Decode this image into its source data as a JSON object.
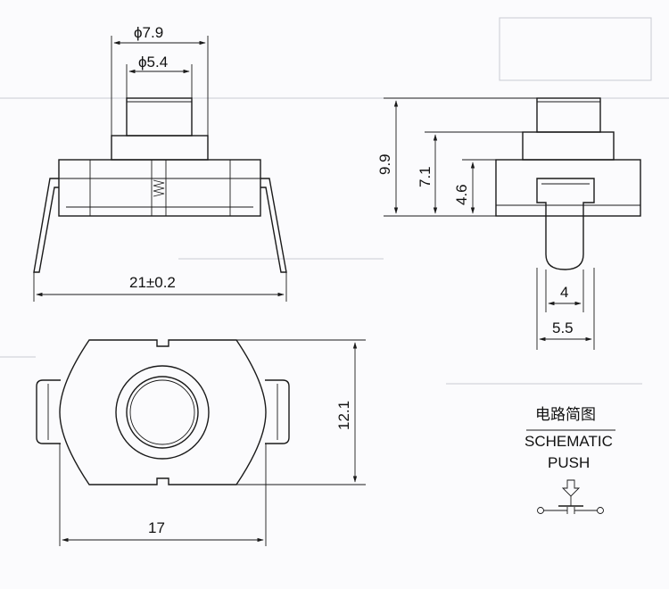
{
  "front_view": {
    "dim_outer_diameter": "ϕ7.9",
    "dim_inner_diameter": "ϕ5.4",
    "dim_width": "21±0.2"
  },
  "side_view": {
    "dim_total_height": "9.9",
    "dim_body_height": "7.1",
    "dim_pin_height": "4.6",
    "dim_pin_inner_width": "4",
    "dim_pin_outer_width": "5.5"
  },
  "top_view": {
    "dim_height": "12.1",
    "dim_width": "17"
  },
  "schematic": {
    "title_cn": "电路简图",
    "title_en": "SCHEMATIC",
    "label": "PUSH"
  }
}
